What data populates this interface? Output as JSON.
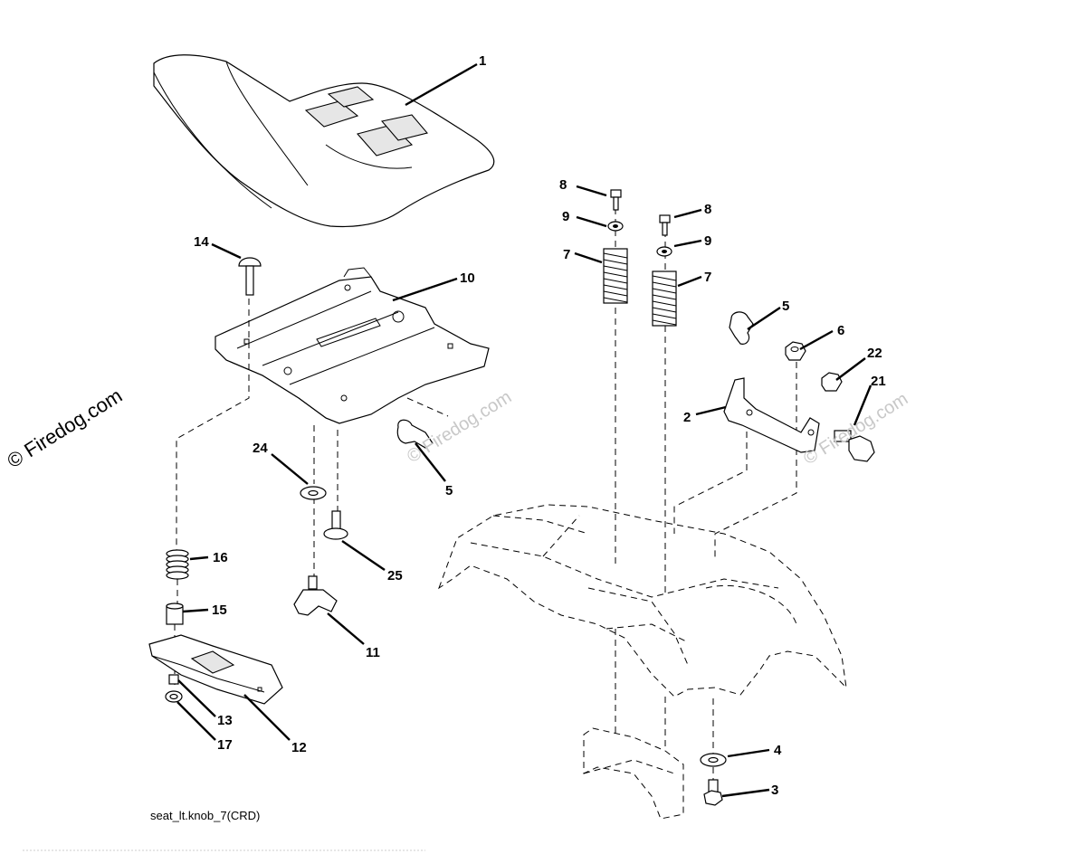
{
  "diagram": {
    "caption": "seat_lt.knob_7(CRD)",
    "watermark": "© Firedog.com",
    "watermark_faint": "© Firedog.com",
    "callouts": [
      {
        "id": "seat",
        "label": "1"
      },
      {
        "id": "bracket",
        "label": "2"
      },
      {
        "id": "bolt-bottom",
        "label": "3"
      },
      {
        "id": "washer-bottom",
        "label": "4"
      },
      {
        "id": "clip-right",
        "label": "5"
      },
      {
        "id": "clip-left",
        "label": "5"
      },
      {
        "id": "nut-right",
        "label": "6"
      },
      {
        "id": "spring-left",
        "label": "7"
      },
      {
        "id": "spring-right",
        "label": "7"
      },
      {
        "id": "screw-left",
        "label": "8"
      },
      {
        "id": "screw-right",
        "label": "8"
      },
      {
        "id": "washer-left",
        "label": "9"
      },
      {
        "id": "washer-right",
        "label": "9"
      },
      {
        "id": "seat-pan",
        "label": "10"
      },
      {
        "id": "knob",
        "label": "11"
      },
      {
        "id": "slide-plate",
        "label": "12"
      },
      {
        "id": "part-13",
        "label": "13"
      },
      {
        "id": "carriage-bolt",
        "label": "14"
      },
      {
        "id": "spacer",
        "label": "15"
      },
      {
        "id": "spring-small",
        "label": "16"
      },
      {
        "id": "locknut",
        "label": "17"
      },
      {
        "id": "shoulder-bolt",
        "label": "21"
      },
      {
        "id": "nut-22",
        "label": "22"
      },
      {
        "id": "washer-24",
        "label": "24"
      },
      {
        "id": "screw-25",
        "label": "25"
      }
    ]
  }
}
